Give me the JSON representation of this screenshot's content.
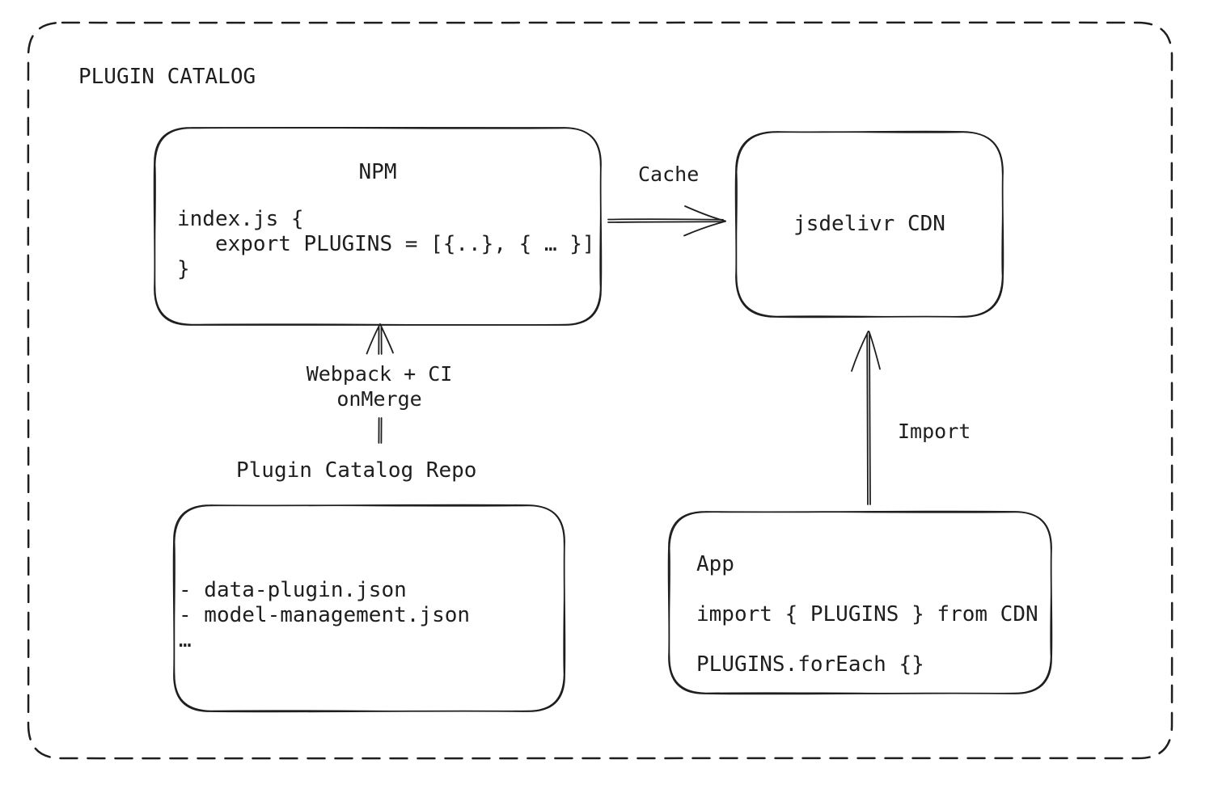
{
  "colors": {
    "ink": "#1e1e1e",
    "background": "#ffffff"
  },
  "diagram": {
    "title": "PLUGIN CATALOG",
    "nodes": {
      "npm": {
        "title": "NPM",
        "code": "index.js {\n   export PLUGINS = [{..}, { … }]\n}"
      },
      "cdn": {
        "title": "jsdelivr CDN"
      },
      "repo": {
        "title": "Plugin Catalog Repo",
        "files": "- data-plugin.json\n- model-management.json\n…"
      },
      "app": {
        "title": "App",
        "code_import": "import { PLUGINS } from CDN",
        "code_foreach": "PLUGINS.forEach {}"
      }
    },
    "edges": {
      "cache": {
        "label": "Cache"
      },
      "build": {
        "label_line1": "Webpack + CI",
        "label_line2": "onMerge"
      },
      "import": {
        "label": "Import"
      }
    }
  }
}
